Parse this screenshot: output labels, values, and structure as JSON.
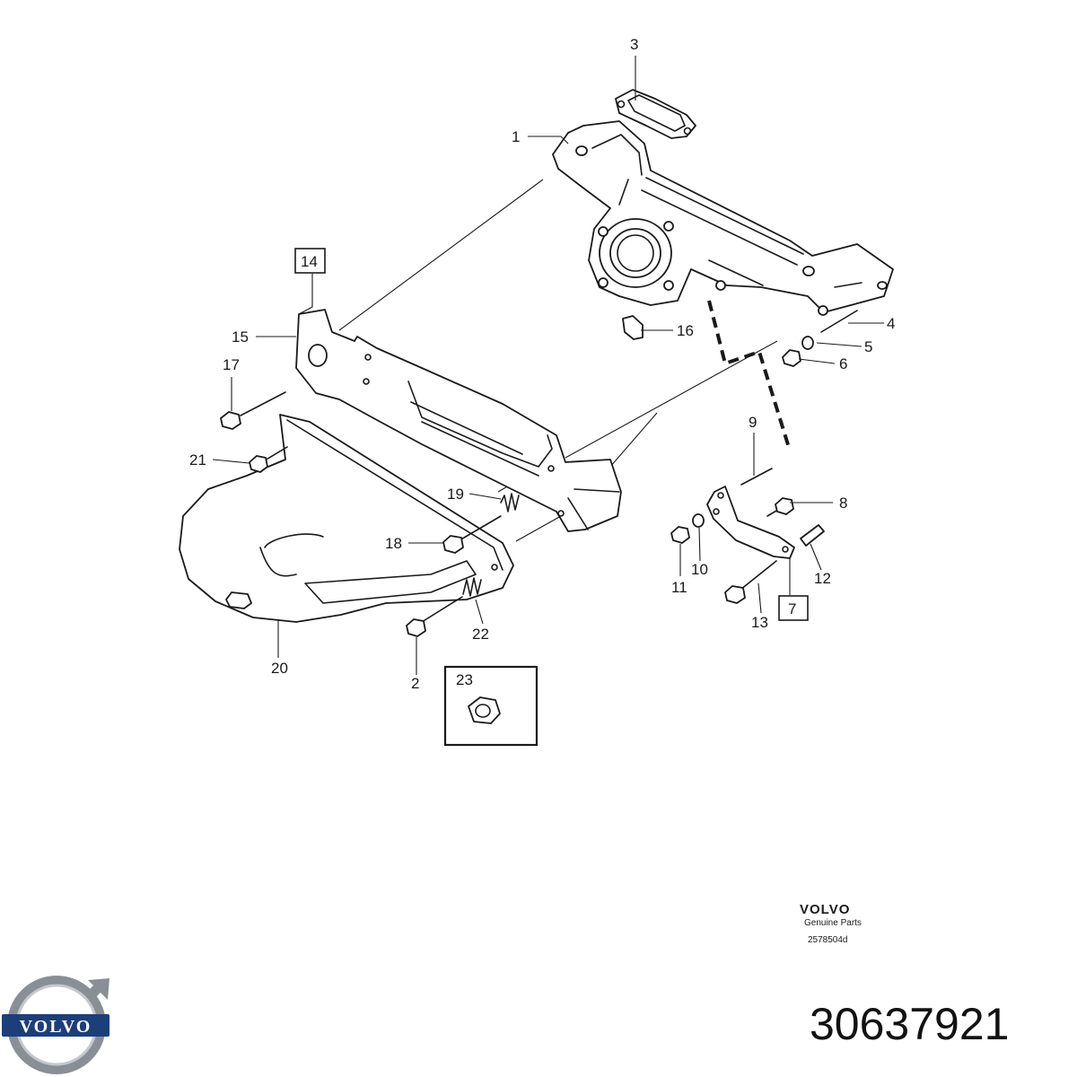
{
  "callouts": {
    "c1": "1",
    "c2": "2",
    "c3": "3",
    "c4": "4",
    "c5": "5",
    "c6": "6",
    "c7": "7",
    "c8": "8",
    "c9": "9",
    "c10": "10",
    "c11": "11",
    "c12": "12",
    "c13": "13",
    "c14": "14",
    "c15": "15",
    "c16": "16",
    "c17": "17",
    "c18": "18",
    "c19": "19",
    "c20": "20",
    "c21": "21",
    "c22": "22",
    "c23": "23"
  },
  "brand_block": {
    "brand": "VOLVO",
    "subtitle": "Genuine Parts",
    "drawing_code": "2578504d"
  },
  "logo": {
    "wordmark": "VOLVO"
  },
  "part_number": "30637921",
  "colors": {
    "line": "#1a1a1a",
    "logo_blue": "#1c3f7a",
    "logo_ring": "#8a8f96"
  }
}
